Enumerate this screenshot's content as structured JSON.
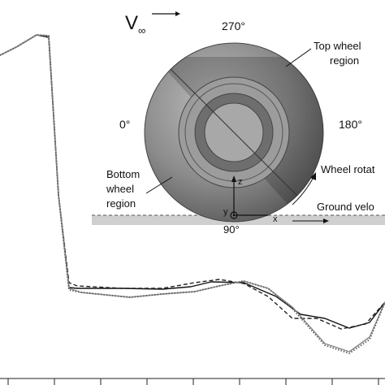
{
  "chart_data": {
    "type": "line",
    "title": "",
    "xlabel": "",
    "ylabel": "",
    "x_ticks_visible": 9,
    "series": [
      {
        "name": "",
        "style": "solid",
        "color": "#111111",
        "points": [
          [
            0,
            68
          ],
          [
            20,
            58
          ],
          [
            45,
            43
          ],
          [
            60,
            46
          ],
          [
            72,
            240
          ],
          [
            85,
            354
          ],
          [
            95,
            355
          ],
          [
            150,
            355
          ],
          [
            200,
            356
          ],
          [
            235,
            353
          ],
          [
            260,
            347
          ],
          [
            300,
            348
          ],
          [
            340,
            365
          ],
          [
            370,
            387
          ],
          [
            400,
            392
          ],
          [
            430,
            404
          ],
          [
            455,
            397
          ],
          [
            474,
            372
          ]
        ]
      },
      {
        "name": "",
        "style": "dashed",
        "color": "#222222",
        "points": [
          [
            0,
            68
          ],
          [
            20,
            58
          ],
          [
            45,
            43
          ],
          [
            60,
            46
          ],
          [
            72,
            240
          ],
          [
            85,
            348
          ],
          [
            95,
            352
          ],
          [
            150,
            355
          ],
          [
            200,
            355
          ],
          [
            240,
            348
          ],
          [
            270,
            344
          ],
          [
            300,
            349
          ],
          [
            330,
            365
          ],
          [
            360,
            392
          ],
          [
            390,
            392
          ],
          [
            420,
            405
          ],
          [
            450,
            399
          ],
          [
            474,
            372
          ]
        ]
      },
      {
        "name": "",
        "style": "solid",
        "color": "#888888",
        "points": [
          [
            0,
            68
          ],
          [
            20,
            58
          ],
          [
            45,
            43
          ],
          [
            60,
            44
          ],
          [
            72,
            240
          ],
          [
            85,
            355
          ],
          [
            100,
            360
          ],
          [
            160,
            366
          ],
          [
            200,
            362
          ],
          [
            240,
            359
          ],
          [
            270,
            352
          ],
          [
            300,
            346
          ],
          [
            330,
            355
          ],
          [
            360,
            378
          ],
          [
            400,
            423
          ],
          [
            430,
            433
          ],
          [
            455,
            415
          ],
          [
            474,
            372
          ]
        ]
      },
      {
        "name": "",
        "style": "dotted",
        "color": "#666666",
        "points": [
          [
            0,
            68
          ],
          [
            20,
            58
          ],
          [
            45,
            43
          ],
          [
            60,
            44
          ],
          [
            72,
            240
          ],
          [
            85,
            357
          ],
          [
            100,
            360
          ],
          [
            160,
            366
          ],
          [
            200,
            362
          ],
          [
            240,
            359
          ],
          [
            270,
            352
          ],
          [
            300,
            346
          ],
          [
            330,
            355
          ],
          [
            360,
            380
          ],
          [
            400,
            425
          ],
          [
            430,
            435
          ],
          [
            455,
            418
          ],
          [
            474,
            372
          ]
        ]
      }
    ]
  },
  "inset": {
    "v_label": "V",
    "v_sub": "∞",
    "angle_270": "270°",
    "angle_0": "0°",
    "angle_180": "180°",
    "angle_90": "90°",
    "top_wheel_line1": "Top wheel",
    "top_wheel_line2": "region",
    "bottom_wheel_line1": "Bottom",
    "bottom_wheel_line2": "wheel",
    "bottom_wheel_line3": "region",
    "wheel_rotation": "Wheel rotat",
    "ground_velocity": "Ground velo",
    "axis_z": "z",
    "axis_y": "y",
    "axis_x": "x"
  }
}
